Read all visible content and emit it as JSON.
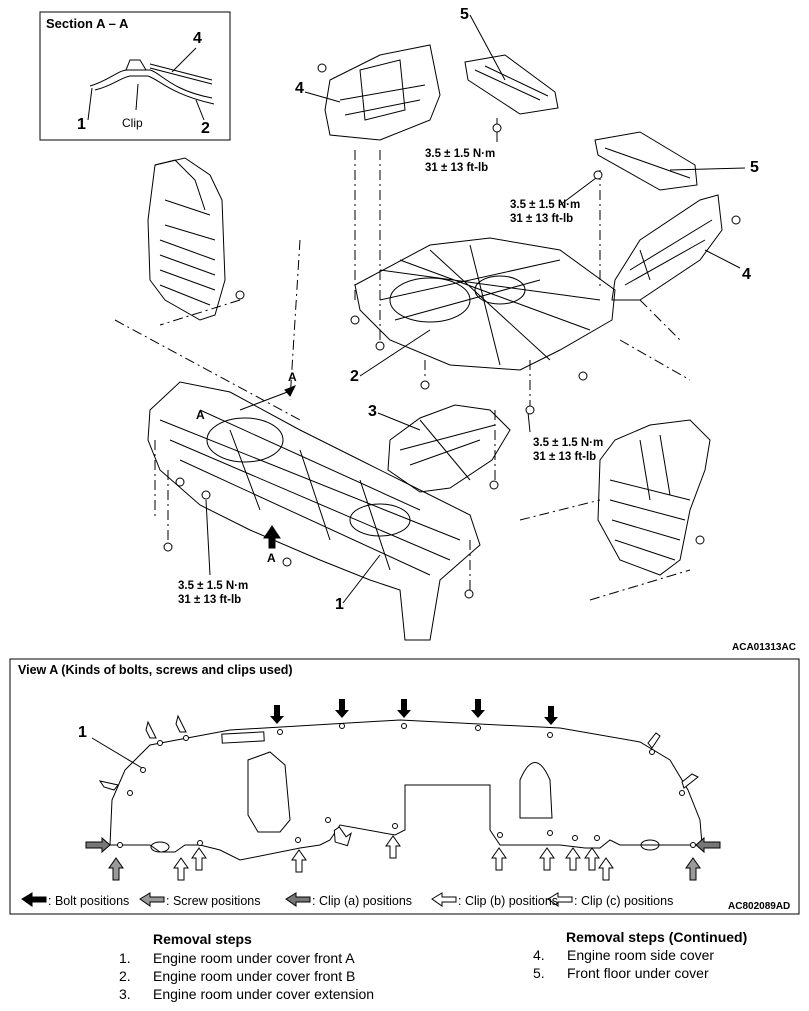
{
  "section": {
    "title": "Section A – A",
    "clip_label": "Clip",
    "callouts": [
      "4",
      "1",
      "2"
    ]
  },
  "main_callouts": {
    "part1": "1",
    "part2": "2",
    "part3": "3",
    "part4_left": "4",
    "part4_right": "4",
    "part5_top": "5",
    "part5_right": "5",
    "view_arrow_a1": "A",
    "view_arrow_a2": "A",
    "view_arrow_a3": "A"
  },
  "torques": [
    {
      "nm": "3.5 ± 1.5 N·m",
      "ftlb": "31 ± 13 ft-lb"
    },
    {
      "nm": "3.5 ± 1.5 N·m",
      "ftlb": "31 ± 13 ft-lb"
    },
    {
      "nm": "3.5 ± 1.5 N·m",
      "ftlb": "31 ± 13 ft-lb"
    },
    {
      "nm": "3.5 ± 1.5 N·m",
      "ftlb": "31 ± 13 ft-lb"
    }
  ],
  "figure_code_top": "ACA01313AC",
  "view_a": {
    "title": "View A (Kinds of bolts, screws and clips used)",
    "callout": "1",
    "legend": {
      "bolt": ": Bolt positions",
      "screw": ": Screw positions",
      "clip_a": ": Clip (a) positions",
      "clip_b": ": Clip (b) positions",
      "clip_c": ": Clip (c) positions"
    },
    "figure_code": "AC802089AD"
  },
  "removal_steps": {
    "title": "Removal steps",
    "items": [
      {
        "n": "1.",
        "text": "Engine room under cover front A"
      },
      {
        "n": "2.",
        "text": "Engine room under cover front B"
      },
      {
        "n": "3.",
        "text": "Engine room under cover extension"
      }
    ]
  },
  "removal_steps_continued": {
    "title": "Removal steps (Continued)",
    "items": [
      {
        "n": "4.",
        "text": "Engine room side cover"
      },
      {
        "n": "5.",
        "text": "Front floor under cover"
      }
    ]
  },
  "colors": {
    "ink": "#000000",
    "paper": "#ffffff",
    "screw_gray": "#9a9a9a"
  }
}
